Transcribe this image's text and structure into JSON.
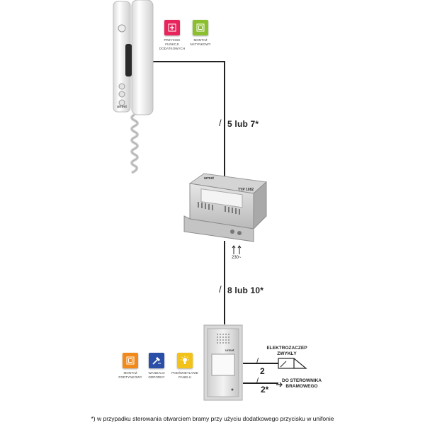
{
  "handset": {
    "brand_label": "urmet",
    "badges": [
      {
        "name": "additional-functions",
        "caption": "przycisk funkcji dodatkowych",
        "color": "#e8245c",
        "icon": "plus-icon"
      },
      {
        "name": "surface-mount",
        "caption": "montaż natynkowy",
        "color": "#8cbf2e",
        "icon": "frame-icon"
      }
    ]
  },
  "wires": {
    "top_label": "5 lub 7*",
    "bottom_label": "8 lub 10*"
  },
  "power_supply": {
    "brand_label": "urmet",
    "type_label": "TYP 1082",
    "mains_label": "230~"
  },
  "door_panel": {
    "brand_label": "urmet",
    "badges": [
      {
        "name": "flush-mount",
        "caption": "montaż podtynkowy",
        "color": "#f08a1c",
        "icon": "frame-icon"
      },
      {
        "name": "vandal-resistant",
        "caption": "wandalo odporny",
        "color": "#2a4fa8",
        "icon": "hammer-icon"
      },
      {
        "name": "panel-backlight",
        "caption": "podświetlanie panelu",
        "color": "#f2c21a",
        "icon": "bulb-icon"
      }
    ]
  },
  "outputs": {
    "lock_label": "ELEKTROZACZEP ZWYKŁY",
    "lock_wire_count": "2",
    "gate_label": "DO STEROWNIKA BRAMOWEGO",
    "gate_wire_count": "2*"
  },
  "footnote": "*) w przypadku sterowania otwarciem bramy przy użyciu dodatkowego przycisku w unifonie"
}
